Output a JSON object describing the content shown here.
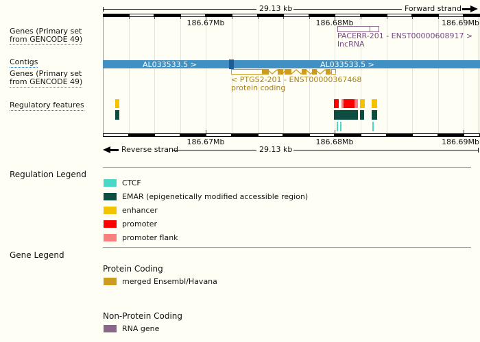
{
  "ruler_top": {
    "scale_label": "29.13 kb",
    "strand_label": "Forward strand",
    "tick_labels": [
      "186.67Mb",
      "186.68Mb",
      "186.69Mb"
    ]
  },
  "ruler_bottom": {
    "scale_label": "29.13 kb",
    "strand_label": "Reverse strand",
    "tick_labels": [
      "186.67Mb",
      "186.68Mb",
      "186.69Mb"
    ]
  },
  "track_labels": {
    "genes_fwd": {
      "line1": "Genes (Primary set",
      "line2": "from GENCODE 49)"
    },
    "contigs": "Contigs",
    "genes_rev": {
      "line1": "Genes (Primary set",
      "line2": "from GENCODE 49)"
    },
    "regulatory": "Regulatory features"
  },
  "features": {
    "pacerr": {
      "label": "PACERR-201 - ENST00000608917 >",
      "biotype": "lncRNA",
      "color": "#8b668b"
    },
    "contig": {
      "label_left": "AL033533.5 >",
      "label_right": "AL033533.5 >",
      "color": "#4190c4"
    },
    "ptgs2": {
      "label": "< PTGS2-201 - ENST00000367468",
      "biotype": "protein coding",
      "color": "#cd9b1d"
    }
  },
  "regulation_legend": {
    "heading": "Regulation Legend",
    "items": [
      {
        "label": "CTCF",
        "color": "#49d8c8"
      },
      {
        "label": "EMAR (epigenetically modified accessible region)",
        "color": "#0d4d42"
      },
      {
        "label": "enhancer",
        "color": "#f3c300"
      },
      {
        "label": "promoter",
        "color": "#ff0000"
      },
      {
        "label": "promoter flank",
        "color": "#f9807f"
      }
    ]
  },
  "gene_legend": {
    "heading": "Gene Legend",
    "sections": [
      {
        "title": "Protein Coding",
        "items": [
          {
            "label": "merged Ensembl/Havana",
            "color": "#cd9b1d"
          }
        ]
      },
      {
        "title": "Non-Protein Coding",
        "items": [
          {
            "label": "RNA gene",
            "color": "#8b668b"
          }
        ]
      }
    ]
  }
}
